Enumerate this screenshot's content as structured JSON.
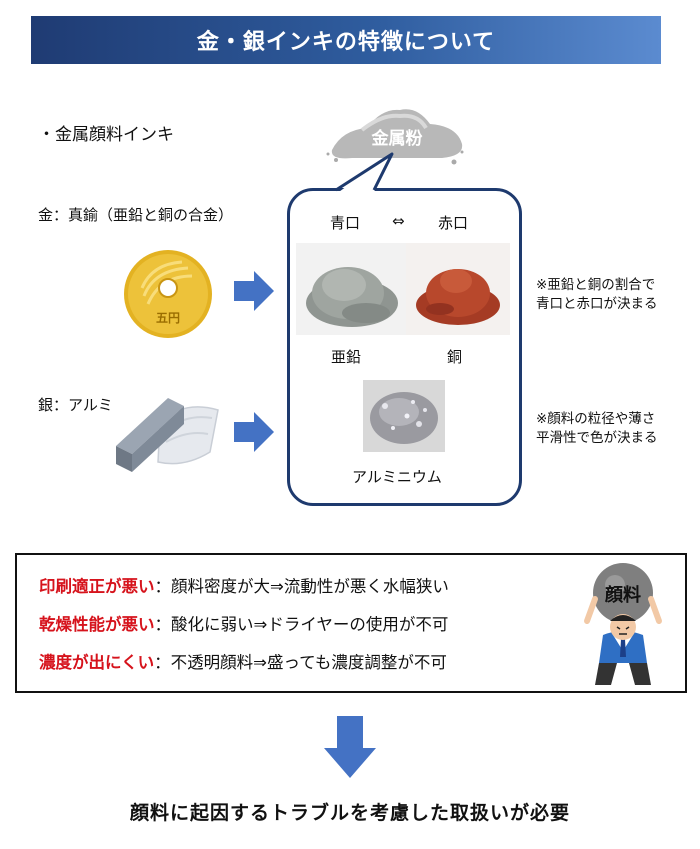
{
  "title": "金・銀インキの特徴について",
  "section_label": "・金属顔料インキ",
  "gold": {
    "label": "金：真鍮（亜鉛と銅の合金）",
    "coin_text": "五円"
  },
  "silver": {
    "label": "銀：アルミ"
  },
  "cloud_label": "金属粉",
  "bubble": {
    "header_left": "青口",
    "header_arrow": "⇔",
    "header_right": "赤口",
    "zinc_label": "亜鉛",
    "copper_label": "銅",
    "aluminum_label": "アルミニウム"
  },
  "notes": {
    "gold_note_1": "※亜鉛と銅の割合で",
    "gold_note_2": "青口と赤口が決まる",
    "silver_note_1": "※顔料の粒径や薄さ",
    "silver_note_2": "平滑性で色が決まる"
  },
  "issues": [
    {
      "key": "印刷適正が悪い",
      "sep": "：",
      "value": "顔料密度が大⇒流動性が悪く水幅狭い"
    },
    {
      "key": "乾燥性能が悪い",
      "sep": "：",
      "value": "酸化に弱い⇒ドライヤーの使用が不可"
    },
    {
      "key": "濃度が出にくい",
      "sep": "：",
      "value": "不透明顔料⇒盛っても濃度調整が不可"
    }
  ],
  "burden_label": "顔料",
  "conclusion": "顔料に起因するトラブルを考慮した取扱いが必要",
  "colors": {
    "title_dark": "#1f3b73",
    "title_light": "#5b8bd0",
    "arrow_blue": "#4472c4",
    "issue_red": "#d6131c",
    "bubble_border": "#1e3a6e"
  }
}
